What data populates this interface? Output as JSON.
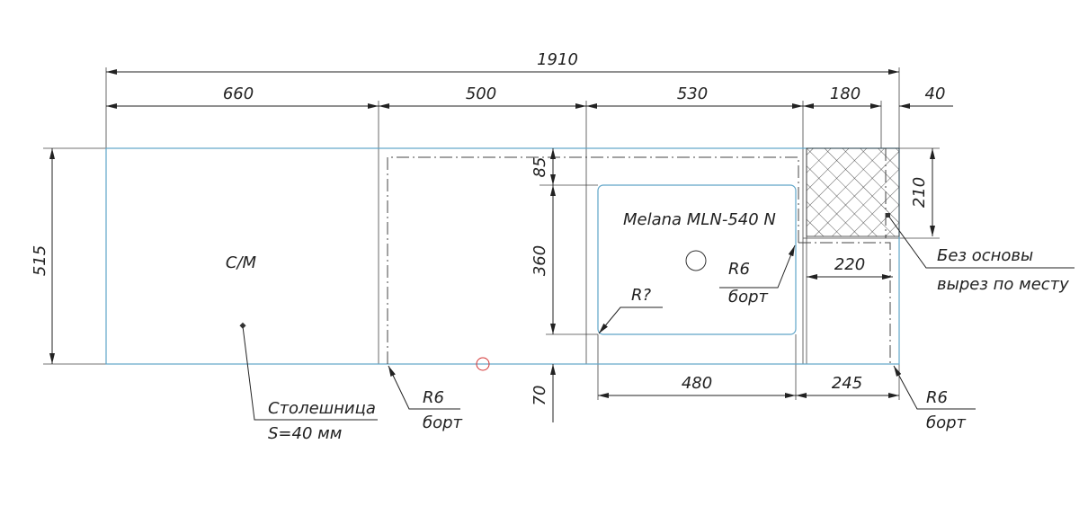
{
  "drawing": {
    "dimensions": {
      "total_width": "1910",
      "segment_1": "660",
      "segment_2": "500",
      "segment_3": "530",
      "segment_4": "180",
      "segment_5": "40",
      "depth": "515",
      "back_offset": "85",
      "sink_depth": "360",
      "front_offset": "70",
      "sink_width": "480",
      "right_offset": "245",
      "cutout_width": "220",
      "cutout_depth": "210"
    },
    "labels": {
      "dishwasher": "С/М",
      "sink_model": "Melana MLN-540 N",
      "countertop_name": "Столешница",
      "countertop_thickness": "S=40 мм",
      "radius_left": "R6",
      "radius_left_note": "борт",
      "radius_unknown": "R?",
      "radius_mid": "R6",
      "radius_mid_note": "борт",
      "radius_right": "R6",
      "radius_right_note": "борт",
      "cutout_note_1": "Без основы",
      "cutout_note_2": "вырез по месту"
    },
    "colors": {
      "outline": "#5fa5c8",
      "marker": "#d33333"
    }
  }
}
